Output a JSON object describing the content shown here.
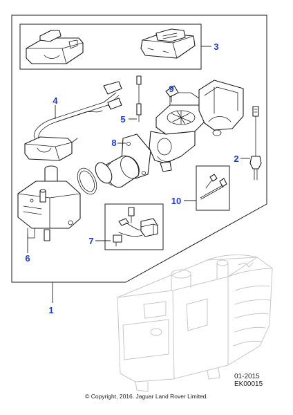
{
  "callouts": [
    {
      "id": "1",
      "label": "1"
    },
    {
      "id": "2",
      "label": "2"
    },
    {
      "id": "3",
      "label": "3"
    },
    {
      "id": "4",
      "label": "4"
    },
    {
      "id": "5",
      "label": "5"
    },
    {
      "id": "6",
      "label": "6"
    },
    {
      "id": "7",
      "label": "7"
    },
    {
      "id": "8",
      "label": "8"
    },
    {
      "id": "9",
      "label": "9"
    },
    {
      "id": "10",
      "label": "10"
    }
  ],
  "reference": {
    "date": "01-2015",
    "code": "EK00015"
  },
  "copyright": "© Copyright, 2016. Jaguar Land Rover Limited.",
  "colors": {
    "callout": "#1a3bd6",
    "line": "#1b1b1b",
    "ghost": "#c6c6c6"
  }
}
